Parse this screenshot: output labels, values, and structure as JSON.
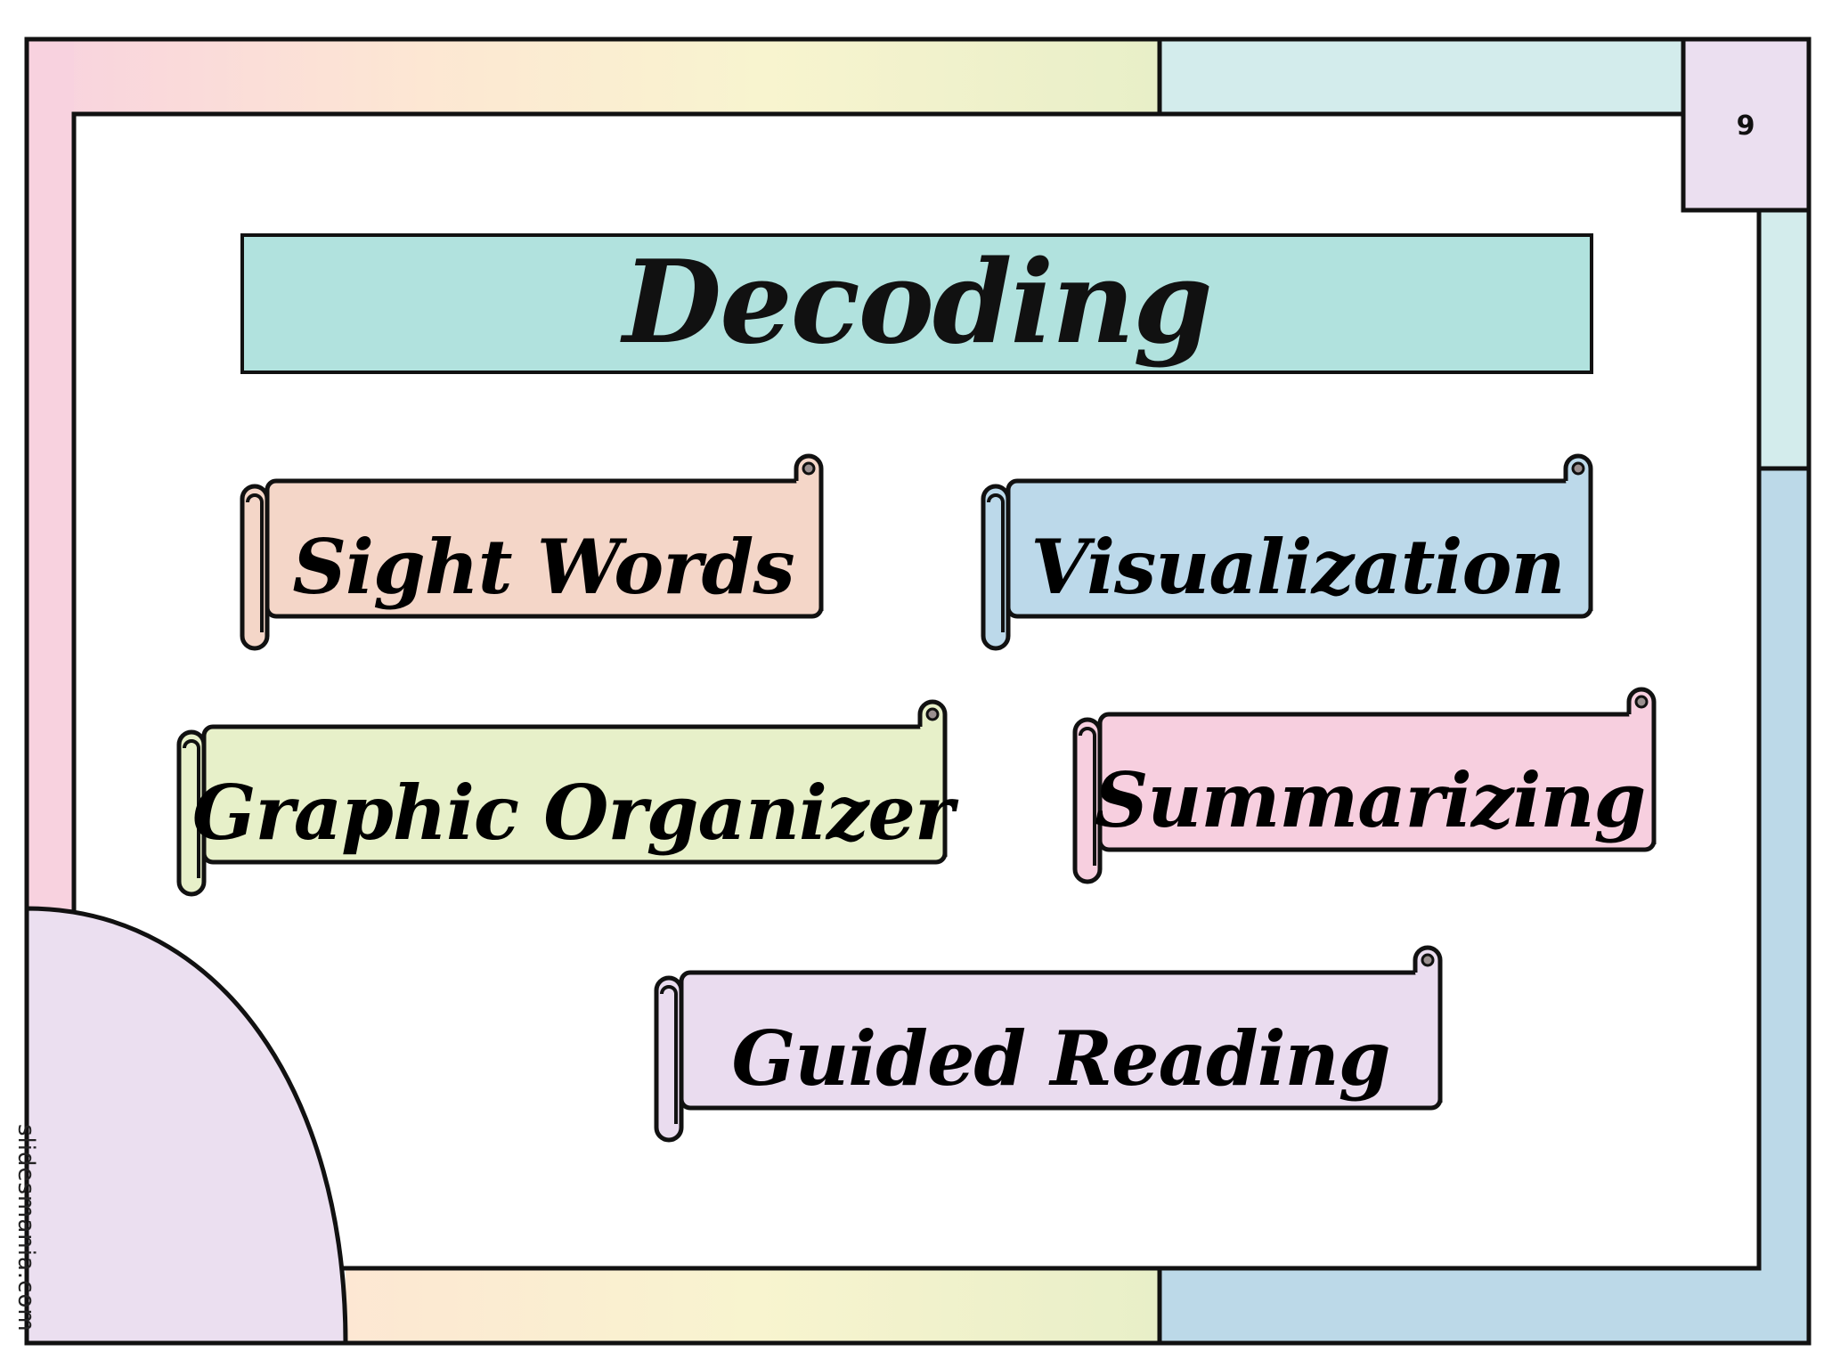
{
  "slide": {
    "page_number": "9",
    "title": "Decoding",
    "watermark": "slidesmania.com",
    "items": [
      {
        "label": "Sight Words",
        "color": "#f4d6c8"
      },
      {
        "label": "Visualization",
        "color": "#bcd9ea"
      },
      {
        "label": "Graphic Organizer",
        "color": "#e7f0c9"
      },
      {
        "label": "Summarizing",
        "color": "#f7cfdf"
      },
      {
        "label": "Guided Reading",
        "color": "#eadcef"
      }
    ]
  },
  "colors": {
    "title_band": "#b1e2de",
    "frame_pink": "#f8d2df",
    "frame_peach": "#fde7d3",
    "frame_yellow": "#f8f4cf",
    "frame_green": "#e8efc8",
    "frame_teal": "#d3ecec",
    "frame_blue": "#bcd9e8",
    "frame_lavender": "#ebdff0"
  }
}
